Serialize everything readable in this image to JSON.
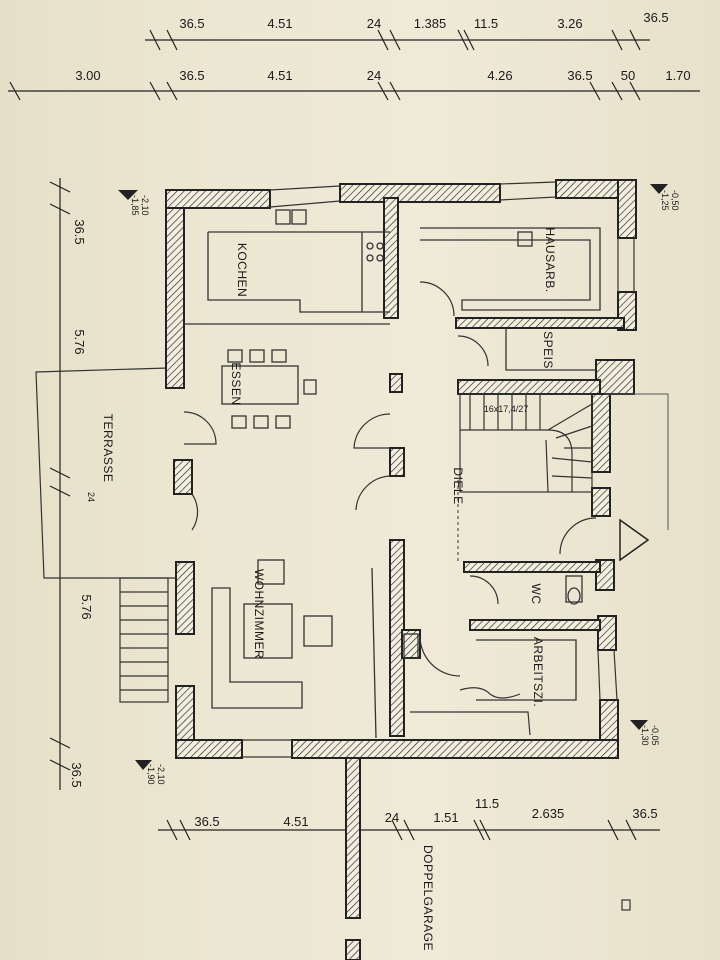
{
  "dimensions": {
    "top_row_1": [
      "36.5",
      "4.51",
      "24",
      "1.385",
      "11.5",
      "3.26",
      "36.5"
    ],
    "top_row_2": [
      "3.00",
      "36.5",
      "4.51",
      "24",
      "4.26",
      "36.5",
      "50",
      "1.70"
    ],
    "left_col": [
      "36.5",
      "5.76",
      "24",
      "5.76",
      "36.5"
    ],
    "bottom_row": [
      "36.5",
      "4.51",
      "24",
      "1.51",
      "11.5",
      "2.635",
      "36.5"
    ]
  },
  "levels": {
    "top_left": "-2,10\n-1,85",
    "top_right": "-0,50\n-1,25",
    "bottom_left": "-2,10\n-1,90",
    "bottom_right": "-0,05\n-1,30"
  },
  "rooms": {
    "kitchen": "KOCHEN",
    "dining": "ESSEN",
    "living": "WOHNZIMMER",
    "terrace": "TERRASSE",
    "utility": "HAUSARB.",
    "pantry": "SPEIS",
    "hall": "DIELE",
    "wc": "WC",
    "study": "ARBEITSZI.",
    "garage": "DOPPELGARAGE"
  },
  "stair_label": "16x17,4/27",
  "colors": {
    "paper": "#ece7d2",
    "ink": "#222222"
  }
}
